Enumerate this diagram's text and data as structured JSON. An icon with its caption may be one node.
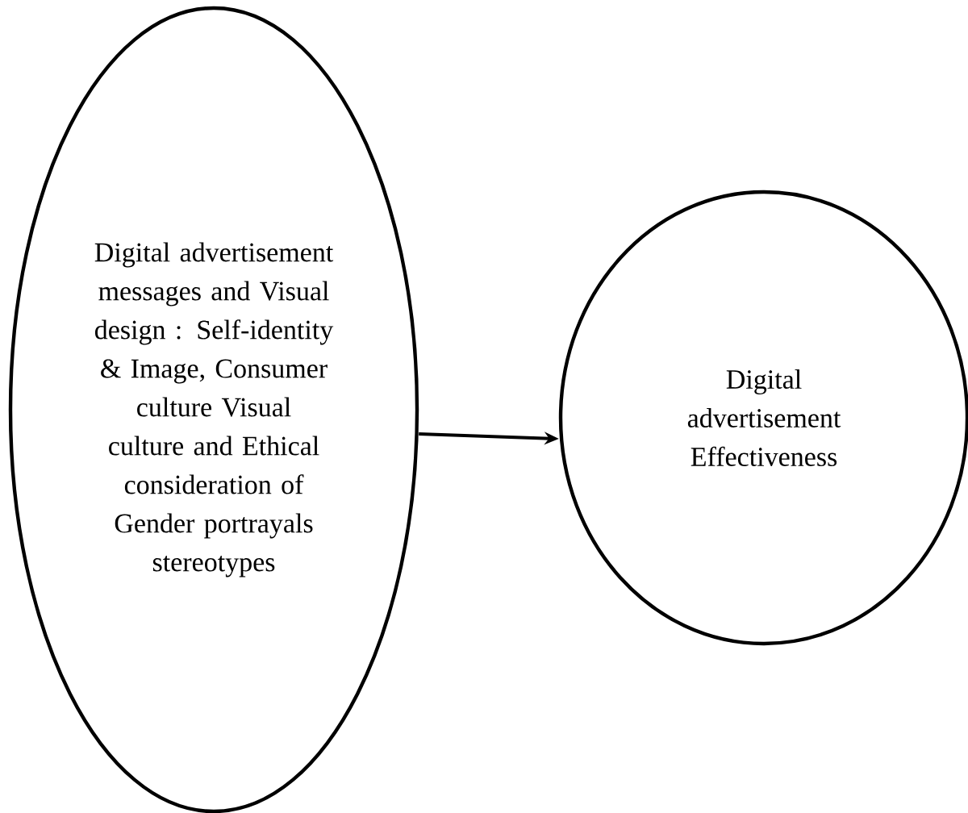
{
  "diagram": {
    "nodes": [
      {
        "text": [
          "Digital advertisement messages and Visual design : Self-identity & Image, Consumer culture Visual culture and Ethical consideration of Gender portrayals stereotypes"
        ]
      },
      {
        "text": [
          "Digital advertisement Effectiveness"
        ]
      }
    ],
    "edges": [
      {
        "from": 0,
        "to": 1,
        "arrow": "to"
      }
    ]
  }
}
